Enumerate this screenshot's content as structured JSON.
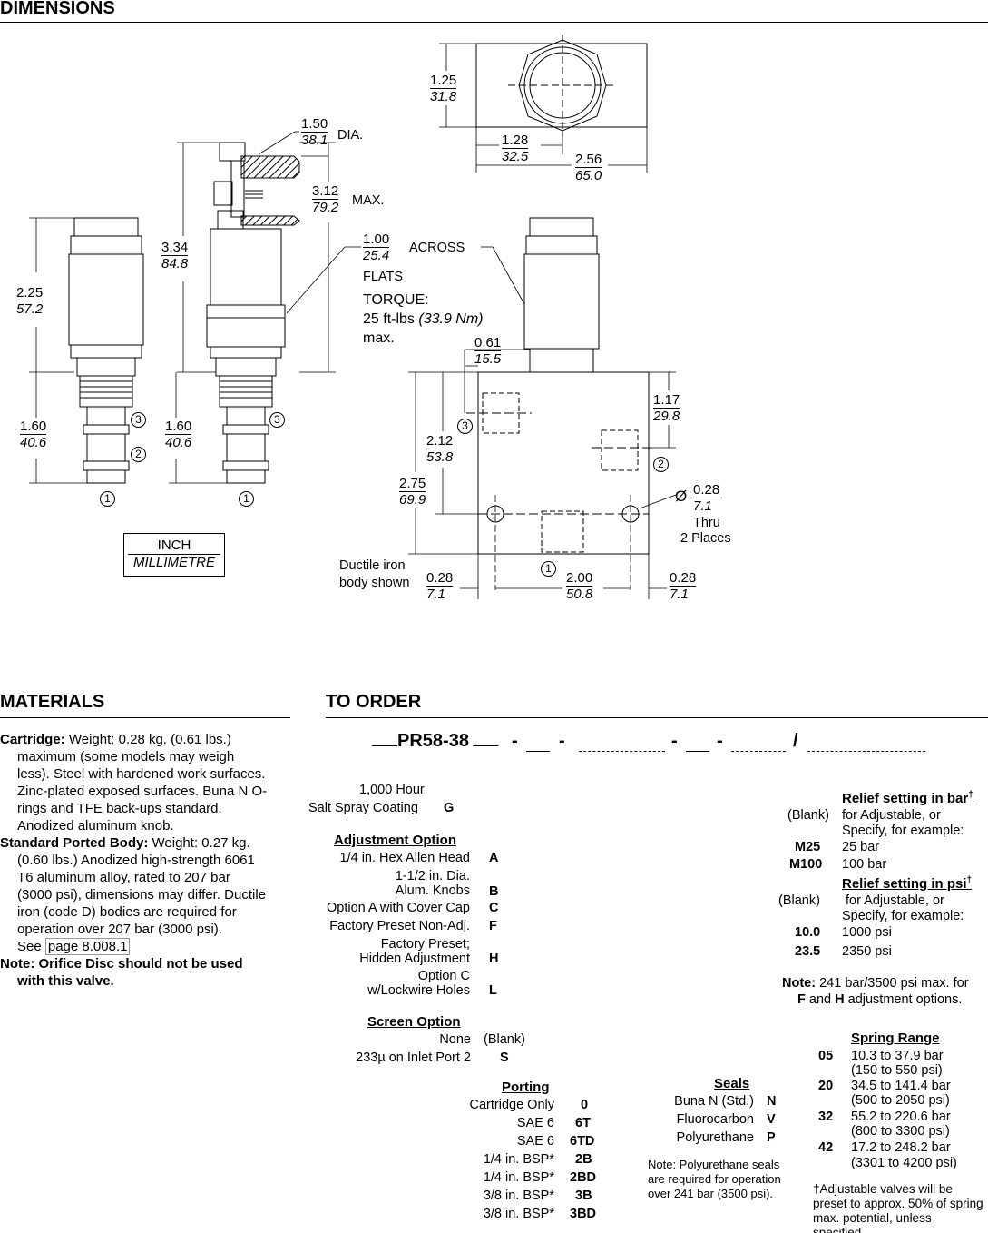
{
  "sections": {
    "dimensions": "DIMENSIONS",
    "materials": "MATERIALS",
    "to_order": "TO ORDER"
  },
  "drawing": {
    "d1_50": {
      "in": "1.50",
      "mm": "38.1",
      "suffix": "DIA."
    },
    "d3_12": {
      "in": "3.12",
      "mm": "79.2",
      "suffix": "MAX."
    },
    "d3_34": {
      "in": "3.34",
      "mm": "84.8"
    },
    "d2_25": {
      "in": "2.25",
      "mm": "57.2"
    },
    "d1_60a": {
      "in": "1.60",
      "mm": "40.6"
    },
    "d1_60b": {
      "in": "1.60",
      "mm": "40.6"
    },
    "d1_00": {
      "in": "1.00",
      "mm": "25.4",
      "across": "ACROSS",
      "flats": "FLATS"
    },
    "torque": {
      "label": "TORQUE:",
      "value": "25 ft-lbs",
      "metric": "(33.9 Nm)",
      "unit": "max."
    },
    "d1_25": {
      "in": "1.25",
      "mm": "31.8"
    },
    "d1_28": {
      "in": "1.28",
      "mm": "32.5"
    },
    "d2_56": {
      "in": "2.56",
      "mm": "65.0"
    },
    "d0_61": {
      "in": "0.61",
      "mm": "15.5"
    },
    "d1_17": {
      "in": "1.17",
      "mm": "29.8"
    },
    "d2_12": {
      "in": "2.12",
      "mm": "53.8"
    },
    "d2_75": {
      "in": "2.75",
      "mm": "69.9"
    },
    "d0_28hole": {
      "in": "0.28",
      "mm": "7.1",
      "thru": "Thru",
      "places": "2 Places",
      "symbol": "Ø"
    },
    "d0_28l": {
      "in": "0.28",
      "mm": "7.1"
    },
    "d2_00": {
      "in": "2.00",
      "mm": "50.8"
    },
    "d0_28r": {
      "in": "0.28",
      "mm": "7.1"
    },
    "ductile": [
      "Ductile iron",
      "body shown"
    ],
    "ports": {
      "p1": "1",
      "p2": "2",
      "p3": "3"
    },
    "legend": {
      "inch": "INCH",
      "mm": "MILLIMETRE"
    }
  },
  "materials": {
    "cartridge_label": "Cartridge:",
    "cartridge_text": "Weight: 0.28 kg. (0.61 lbs.) maximum (some models may weigh less). Steel with hardened work surfaces. Zinc-plated exposed surfaces. Buna N O-rings and TFE back-ups standard. Anodized aluminum knob.",
    "body_label": "Standard Ported Body:",
    "body_text": "Weight: 0.27 kg. (0.60 lbs.) Anodized high-strength 6061 T6 aluminum alloy, rated to 207 bar (3000 psi), dimensions may differ. Ductile iron (code D) bodies are required for operation over 207 bar (3000 psi).",
    "see": "See",
    "page_link": "page 8.008.1",
    "note": "Note: Orifice Disc should not be used with this valve."
  },
  "order": {
    "model": "PR58-38",
    "coating": {
      "line1": "1,000 Hour",
      "line2": "Salt Spray Coating",
      "code": "G"
    },
    "adjustment": {
      "title": "Adjustment Option",
      "items": [
        {
          "label": "1/4 in. Hex Allen Head",
          "code": "A"
        },
        {
          "label": "1-1/2 in. Dia.",
          "label2": "Alum. Knobs",
          "code": "B"
        },
        {
          "label": "Option A with Cover Cap",
          "code": "C"
        },
        {
          "label": "Factory Preset Non-Adj.",
          "code": "F"
        },
        {
          "label": "Factory Preset;",
          "label2": "Hidden Adjustment",
          "code": "H"
        },
        {
          "label": "Option C",
          "label2": "w/Lockwire Holes",
          "code": "L"
        }
      ]
    },
    "screen": {
      "title": "Screen Option",
      "items": [
        {
          "label": "None",
          "code": "(Blank)"
        },
        {
          "label": "233µ on Inlet Port 2",
          "code": "S"
        }
      ]
    },
    "porting": {
      "title": "Porting",
      "items": [
        {
          "label": "Cartridge Only",
          "code": "0"
        },
        {
          "label": "SAE 6",
          "code": "6T"
        },
        {
          "label": "SAE 6",
          "code": "6TD"
        },
        {
          "label": "1/4 in. BSP*",
          "code": "2B"
        },
        {
          "label": "1/4 in. BSP*",
          "code": "2BD"
        },
        {
          "label": "3/8 in. BSP*",
          "code": "3B"
        },
        {
          "label": "3/8 in. BSP*",
          "code": "3BD"
        }
      ]
    },
    "seals": {
      "title": "Seals",
      "items": [
        {
          "label": "Buna N (Std.)",
          "code": "N"
        },
        {
          "label": "Fluorocarbon",
          "code": "V"
        },
        {
          "label": "Polyurethane",
          "code": "P"
        }
      ],
      "note": "Note: Polyurethane seals are required for operation over 241 bar (3500 psi)."
    },
    "relief_bar": {
      "title": "Relief setting in bar",
      "dagger": "†",
      "items": [
        {
          "code": "(Blank)",
          "text": "for Adjustable, or",
          "text2": "Specify, for example:"
        },
        {
          "code": "M25",
          "text": "25 bar"
        },
        {
          "code": "M100",
          "text": "100 bar"
        }
      ]
    },
    "relief_psi": {
      "title": "Relief setting in psi",
      "dagger": "†",
      "items": [
        {
          "code": "(Blank)",
          "text": " for Adjustable, or",
          "text2": "Specify, for example:"
        },
        {
          "code": "10.0",
          "text": "1000 psi"
        },
        {
          "code": "23.5",
          "text": "2350 psi"
        }
      ]
    },
    "relief_note": {
      "bold": "Note:",
      "text": "241 bar/3500 psi max. for",
      "line2a": "F",
      "line2b": "and",
      "line2c": "H",
      "line2d": "adjustment options."
    },
    "spring": {
      "title": "Spring Range",
      "items": [
        {
          "code": "05",
          "bar": "10.3 to 37.9 bar",
          "psi": "(150 to 550 psi)"
        },
        {
          "code": "20",
          "bar": "34.5 to 141.4 bar",
          "psi": "(500 to 2050 psi)"
        },
        {
          "code": "32",
          "bar": "55.2 to 220.6 bar",
          "psi": "(800 to 3300 psi)"
        },
        {
          "code": "42",
          "bar": "17.2 to 248.2 bar",
          "psi": "(3301 to 4200 psi)"
        }
      ]
    },
    "footnote": "†Adjustable valves will be preset to approx. 50% of spring max. potential, unless specified."
  }
}
